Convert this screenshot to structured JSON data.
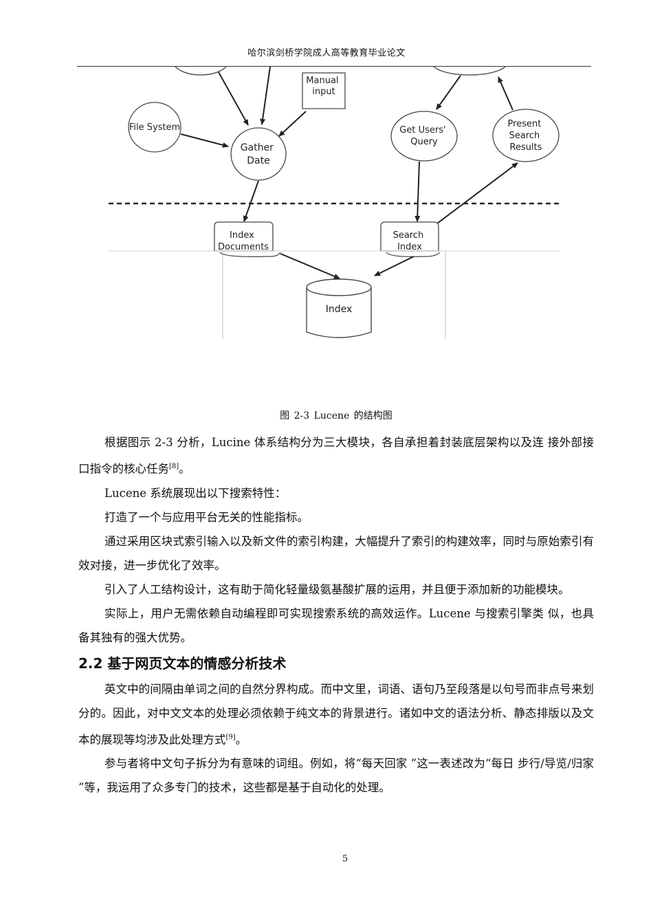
{
  "header": {
    "title": "哈尔滨剑桥学院成人高等教育毕业论文"
  },
  "figure": {
    "nodes": {
      "manual_input": [
        "Manual",
        "input"
      ],
      "file_system": [
        "File System"
      ],
      "gather_date": [
        "Gather",
        "Date"
      ],
      "get_users_query": [
        "Get Users'",
        "Query"
      ],
      "present_search_results": [
        "Present",
        "Search",
        "Results"
      ],
      "index_documents": [
        "Index",
        "Documents"
      ],
      "search_index": [
        "Search",
        "Index"
      ],
      "index": [
        "Index"
      ]
    },
    "caption": "图  2-3    Lucene  的结构图"
  },
  "paragraphs": [
    {
      "text": "根据图示 2-3 分析，Lucine 体系结构分为三大模块，各自承担着封装底层架构以及连  接外部接口指令的核心任务",
      "ref": "[8]",
      "tail": "。"
    },
    {
      "text": "Lucene  系统展现出以下搜索特性：",
      "ref": "",
      "tail": ""
    },
    {
      "text": "打造了一个与应用平台无关的性能指标。",
      "ref": "",
      "tail": ""
    },
    {
      "text": "通过采用区块式索引输入以及新文件的索引构建，大幅提升了索引的构建效率，同时与原始索引有效对接，进一步优化了效率。",
      "ref": "",
      "tail": ""
    },
    {
      "text": " 引入了人工结构设计，这有助于简化轻量级氨基酸扩展的运用，并且便于添加新的功能模块。",
      "ref": "",
      "tail": ""
    },
    {
      "text": "实际上，用户无需依赖自动编程即可实现搜索系统的高效运作。Lucene 与搜索引擎类  似，也具备其独有的强大优势。",
      "ref": "",
      "tail": ""
    }
  ],
  "section": {
    "number": "2.2",
    "title": "基于网页文本的情感分析技术"
  },
  "paragraphs2": [
    {
      "text": "英文中的间隔由单词之间的自然分界构成。而中文里，词语、语句乃至段落是以句号而非点号来划分的。因此，对中文文本的处理必须依赖于纯文本的背景进行。诸如中文的语法分析、静态排版以及文本的展现等均涉及此处理方式",
      "ref": "[9]",
      "tail": "。"
    },
    {
      "text": "参与者将中文句子拆分为有意味的词组。例如，将“每天回家  ”这一表述改为“每日  步行/导览/归家  ”等，我运用了众多专门的技术，这些都是基于自动化的处理。",
      "ref": "",
      "tail": ""
    }
  ],
  "page_number": "5"
}
